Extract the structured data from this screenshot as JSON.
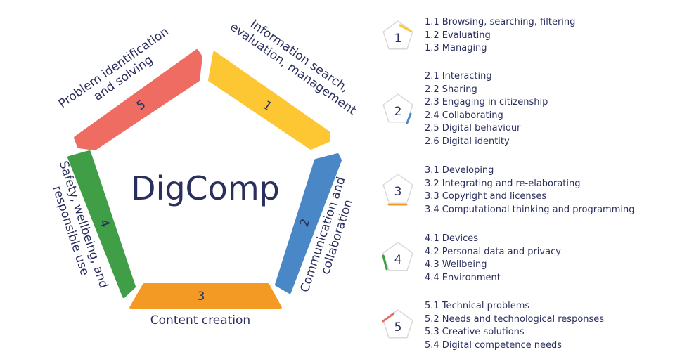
{
  "colors": {
    "area1": "#FDC734",
    "area2": "#4A87C7",
    "area3": "#F39A25",
    "area4": "#3F9E46",
    "area5": "#EF6C63",
    "text": "#2a2f5e",
    "badge_stroke": "#d9d9d9"
  },
  "center_title": "DigComp",
  "areas": [
    {
      "number": "1",
      "title_lines": [
        "Information search,",
        "evaluation, management"
      ],
      "competences": [
        "1.1 Browsing, searching, filtering",
        "1.2 Evaluating",
        "1.3 Managing"
      ]
    },
    {
      "number": "2",
      "title_lines": [
        "Communication and",
        "collaboration"
      ],
      "competences": [
        "2.1 Interacting",
        "2.2 Sharing",
        "2.3 Engaging in citizenship",
        "2.4 Collaborating",
        "2.5 Digital behaviour",
        "2.6 Digital identity"
      ]
    },
    {
      "number": "3",
      "title_lines": [
        "Content creation"
      ],
      "competences": [
        "3.1 Developing",
        "3.2 Integrating and re-elaborating",
        "3.3 Copyright and licenses",
        "3.4 Computational thinking and programming"
      ]
    },
    {
      "number": "4",
      "title_lines": [
        "Safety, wellbeing, and",
        "responsible use"
      ],
      "competences": [
        "4.1 Devices",
        "4.2 Personal data and privacy",
        "4.3 Wellbeing",
        "4.4 Environment"
      ]
    },
    {
      "number": "5",
      "title_lines": [
        "Problem identification",
        "and solving"
      ],
      "competences": [
        "5.1 Technical problems",
        "5.2 Needs and technological responses",
        "5.3 Creative solutions",
        "5.4 Digital competence needs"
      ]
    }
  ]
}
